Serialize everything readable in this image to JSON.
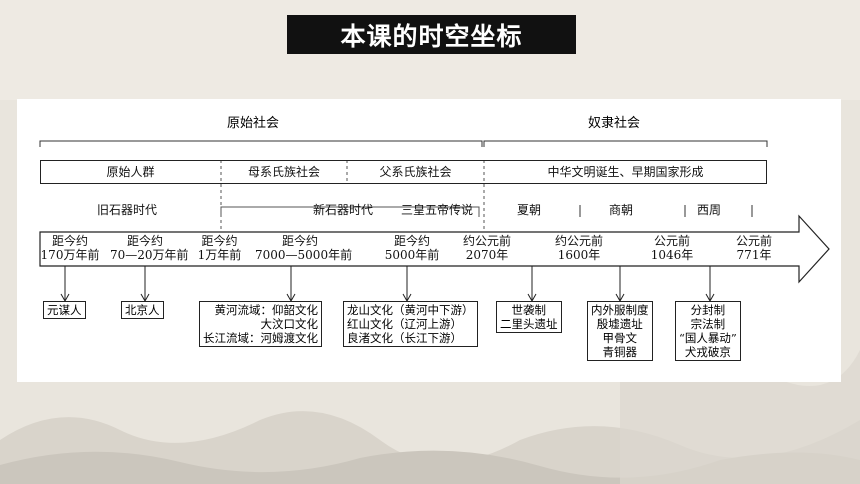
{
  "title": "本课的时空坐标",
  "eras": {
    "primitive": "原始社会",
    "slave": "奴隶社会"
  },
  "stages": [
    "原始人群",
    "母系氏族社会",
    "父系氏族社会",
    "中华文明诞生、早期国家形成"
  ],
  "periods": {
    "paleolithic": "旧石器时代",
    "neolithic": "新石器时代",
    "legend": "三皇五帝传说",
    "xia": "夏朝",
    "shang": "商朝",
    "zhou": "西周"
  },
  "dates": [
    {
      "l1": "距今约",
      "l2": "170万年前"
    },
    {
      "l1": "距今约",
      "l2": "70—20万年前"
    },
    {
      "l1": "距今约",
      "l2": "1万年前"
    },
    {
      "l1": "距今约",
      "l2": "7000—5000年前"
    },
    {
      "l1": "距今约",
      "l2": "5000年前"
    },
    {
      "l1": "约公元前",
      "l2": "2070年"
    },
    {
      "l1": "约公元前",
      "l2": "1600年"
    },
    {
      "l1": "公元前",
      "l2": "1046年"
    },
    {
      "l1": "公元前",
      "l2": "771年"
    }
  ],
  "events": {
    "yuanmou": "元谋人",
    "beijing": "北京人",
    "neo_lines": [
      "黄河流域：仰韶文化",
      "大汶口文化",
      "长江流域：河姆渡文化"
    ],
    "late_lines": [
      "龙山文化（黄河中下游）",
      "红山文化（辽河上游）",
      "良渚文化（长江下游）"
    ],
    "xia_lines": [
      "世袭制",
      "二里头遗址"
    ],
    "shang_lines": [
      "内外服制度",
      "殷墟遗址",
      "甲骨文",
      "青铜器"
    ],
    "zhou_lines": [
      "分封制",
      "宗法制",
      "“国人暴动”",
      "犬戎破京"
    ]
  }
}
